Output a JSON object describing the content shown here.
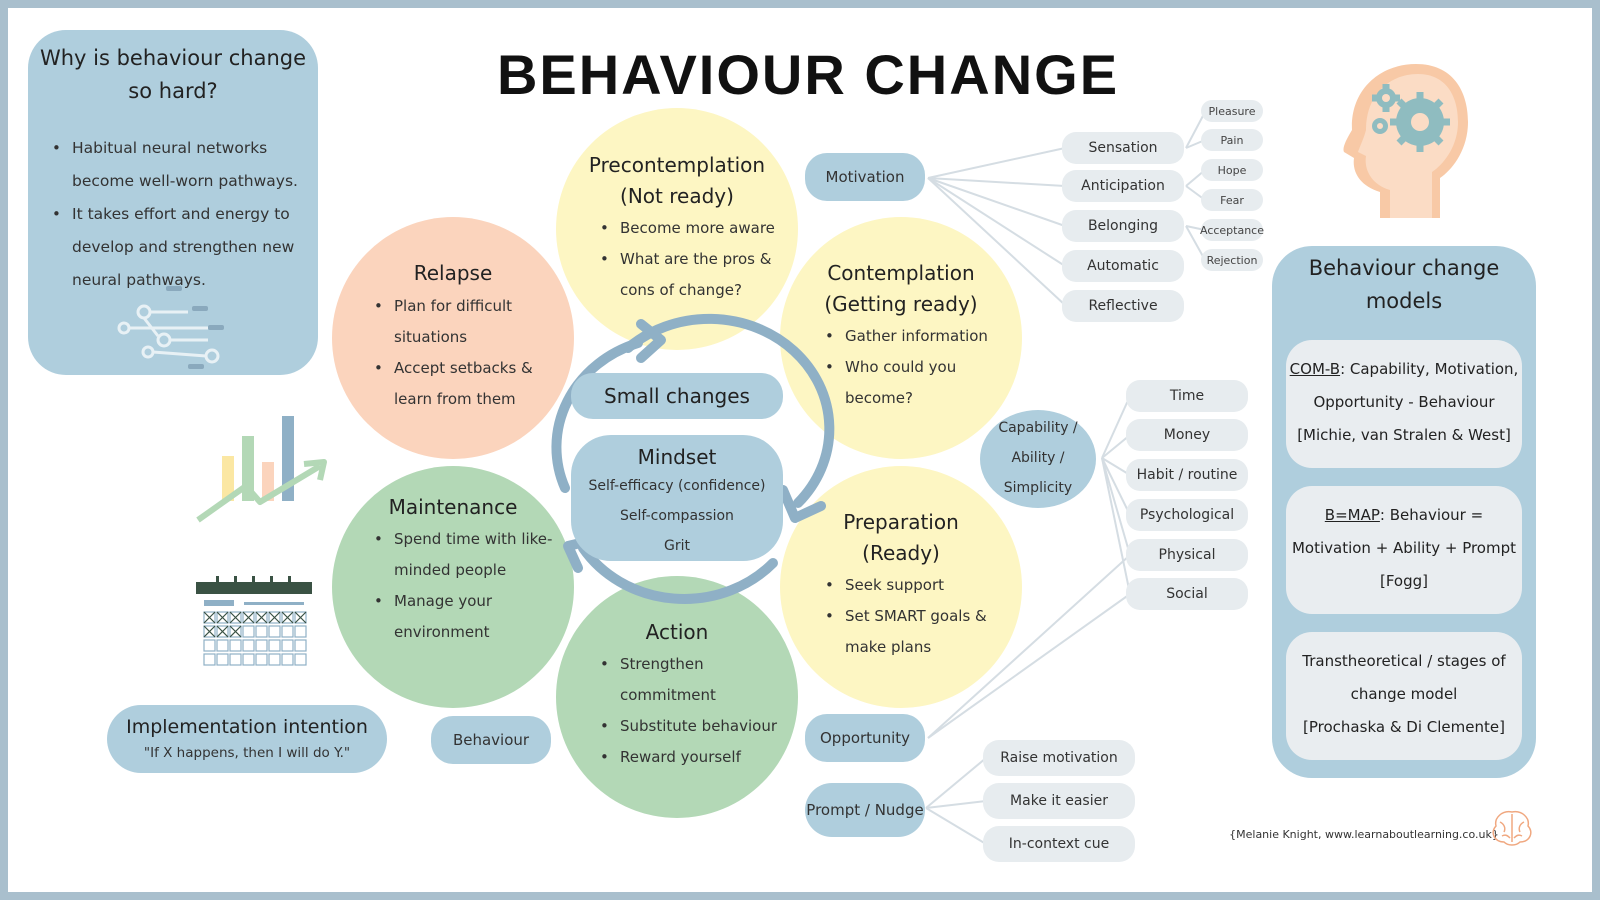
{
  "title": "BEHAVIOUR CHANGE",
  "why_panel": {
    "heading_line1": "Why is behaviour change",
    "heading_line2": "so hard?",
    "bullet1_line1": "Habitual neural networks",
    "bullet1_line2": "become well-worn pathways.",
    "bullet2_line1": "It takes effort and energy to",
    "bullet2_line2": "develop and strengthen new",
    "bullet2_line3": "neural pathways."
  },
  "stages": {
    "precontemplation": {
      "title_line1": "Precontemplation",
      "title_line2": "(Not ready)",
      "b1": "Become more aware",
      "b2_line1": "What are the pros &",
      "b2_line2": "cons of change?"
    },
    "contemplation": {
      "title_line1": "Contemplation",
      "title_line2": "(Getting ready)",
      "b1": "Gather information",
      "b2_line1": "Who could you",
      "b2_line2": "become?"
    },
    "preparation": {
      "title_line1": "Preparation",
      "title_line2": "(Ready)",
      "b1": "Seek support",
      "b2_line1": "Set SMART goals &",
      "b2_line2": "make plans"
    },
    "action": {
      "title": "Action",
      "b1_line1": "Strengthen",
      "b1_line2": "commitment",
      "b2": "Substitute behaviour",
      "b3": "Reward yourself"
    },
    "maintenance": {
      "title": "Maintenance",
      "b1_line1": "Spend time with like-",
      "b1_line2": "minded people",
      "b2_line1": "Manage your",
      "b2_line2": "environment"
    },
    "relapse": {
      "title": "Relapse",
      "b1_line1": "Plan for difficult",
      "b1_line2": "situations",
      "b2_line1": "Accept setbacks &",
      "b2_line2": "learn from them"
    }
  },
  "center": {
    "small_changes": "Small changes",
    "mindset_title": "Mindset",
    "mindset_line1": "Self-efficacy (confidence)",
    "mindset_line2": "Self-compassion",
    "mindset_line3": "Grit"
  },
  "motivation": {
    "label": "Motivation",
    "items": [
      "Sensation",
      "Anticipation",
      "Belonging",
      "Automatic",
      "Reflective"
    ],
    "sub_items": [
      "Pleasure",
      "Pain",
      "Hope",
      "Fear",
      "Acceptance",
      "Rejection"
    ]
  },
  "capability": {
    "label_line1": "Capability /",
    "label_line2": "Ability /",
    "label_line3": "Simplicity",
    "items": [
      "Time",
      "Money",
      "Habit / routine",
      "Psychological",
      "Physical",
      "Social"
    ]
  },
  "opportunity": {
    "label": "Opportunity"
  },
  "prompt": {
    "label": "Prompt / Nudge",
    "items": [
      "Raise motivation",
      "Make it easier",
      "In-context cue"
    ]
  },
  "behaviour_pill": "Behaviour",
  "implementation": {
    "title": "Implementation intention",
    "quote": "\"If X happens, then I will do Y.\""
  },
  "models": {
    "heading_line1": "Behaviour change",
    "heading_line2": "models",
    "comb_key": "COM-B",
    "comb_line1_rest": ": Capability, Motivation,",
    "comb_line2": "Opportunity - Behaviour",
    "comb_line3": "[Michie, van Stralen & West]",
    "bmap_key": "B=MAP",
    "bmap_line1_rest": ": Behaviour =",
    "bmap_line2": "Motivation + Ability + Prompt",
    "bmap_line3": "[Fogg]",
    "ttm_line1": "Transtheoretical / stages of",
    "ttm_line2": "change model",
    "ttm_line3": "[Prochaska & Di Clemente]"
  },
  "credit": "{Melanie Knight, www.learnaboutlearning.co.uk}",
  "colors": {
    "blue": "#afcedd",
    "yellow": "#fdf6c3",
    "peach": "#fbd4bd",
    "green": "#b3d8b6",
    "grey": "#e7ecef",
    "arrow": "#8fb0c6",
    "head": "#f8c9a6",
    "gear": "#8fbcc0"
  },
  "icons": [
    "neural-network-icon",
    "bar-chart-growth-icon",
    "calendar-icon",
    "head-gears-icon",
    "brain-logo-icon"
  ]
}
